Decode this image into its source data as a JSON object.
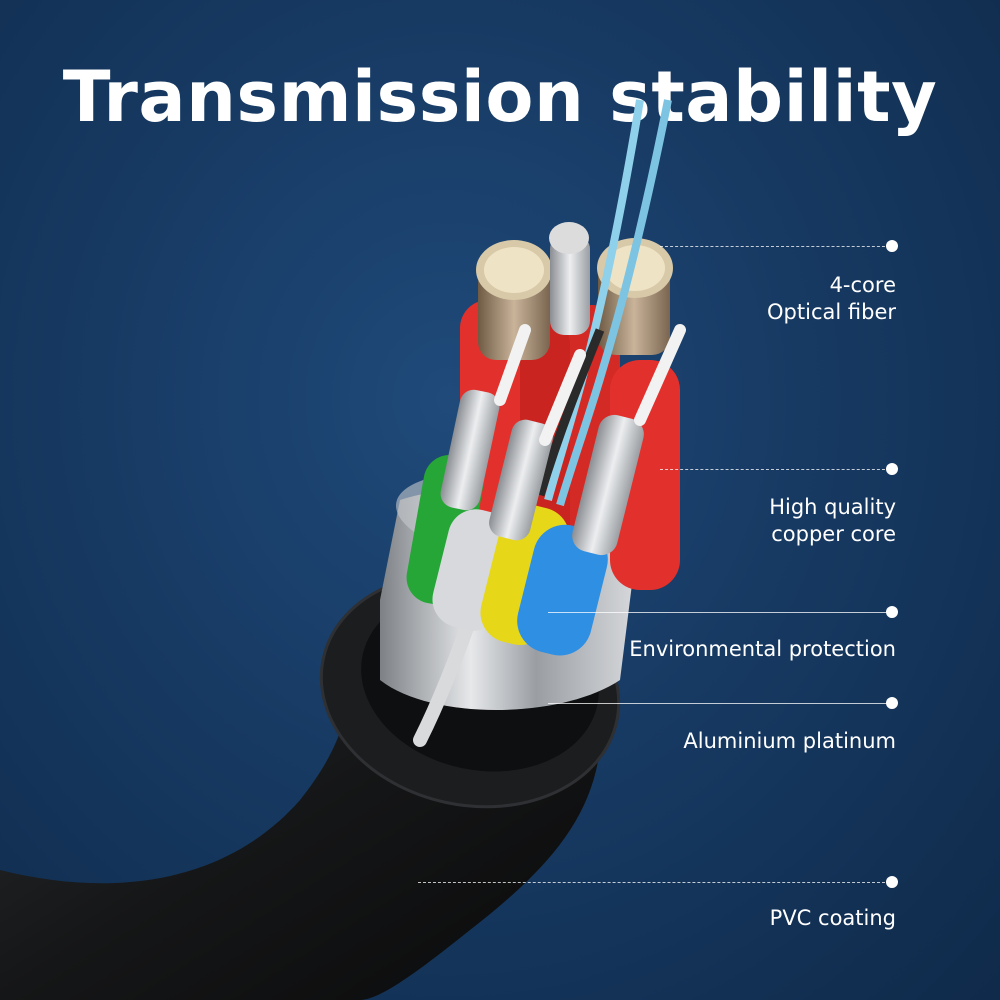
{
  "title": "Transmission stability",
  "callouts": [
    {
      "id": "optical-fiber",
      "lines": [
        "4-core",
        "Optical fiber"
      ]
    },
    {
      "id": "copper-core",
      "lines": [
        "High quality",
        "copper core"
      ]
    },
    {
      "id": "environmental-protection",
      "lines": [
        "Environmental protection"
      ]
    },
    {
      "id": "aluminium-platinum",
      "lines": [
        "Aluminium platinum"
      ]
    },
    {
      "id": "pvc-coating",
      "lines": [
        "PVC coating"
      ]
    }
  ],
  "colors": {
    "background": "#173a63",
    "text": "#ffffff",
    "jacket": "#151617",
    "red": "#e2312c",
    "green": "#25a637",
    "yellow": "#e6d719",
    "blue": "#2f8fe3",
    "fiber": "#8fd0ea"
  }
}
